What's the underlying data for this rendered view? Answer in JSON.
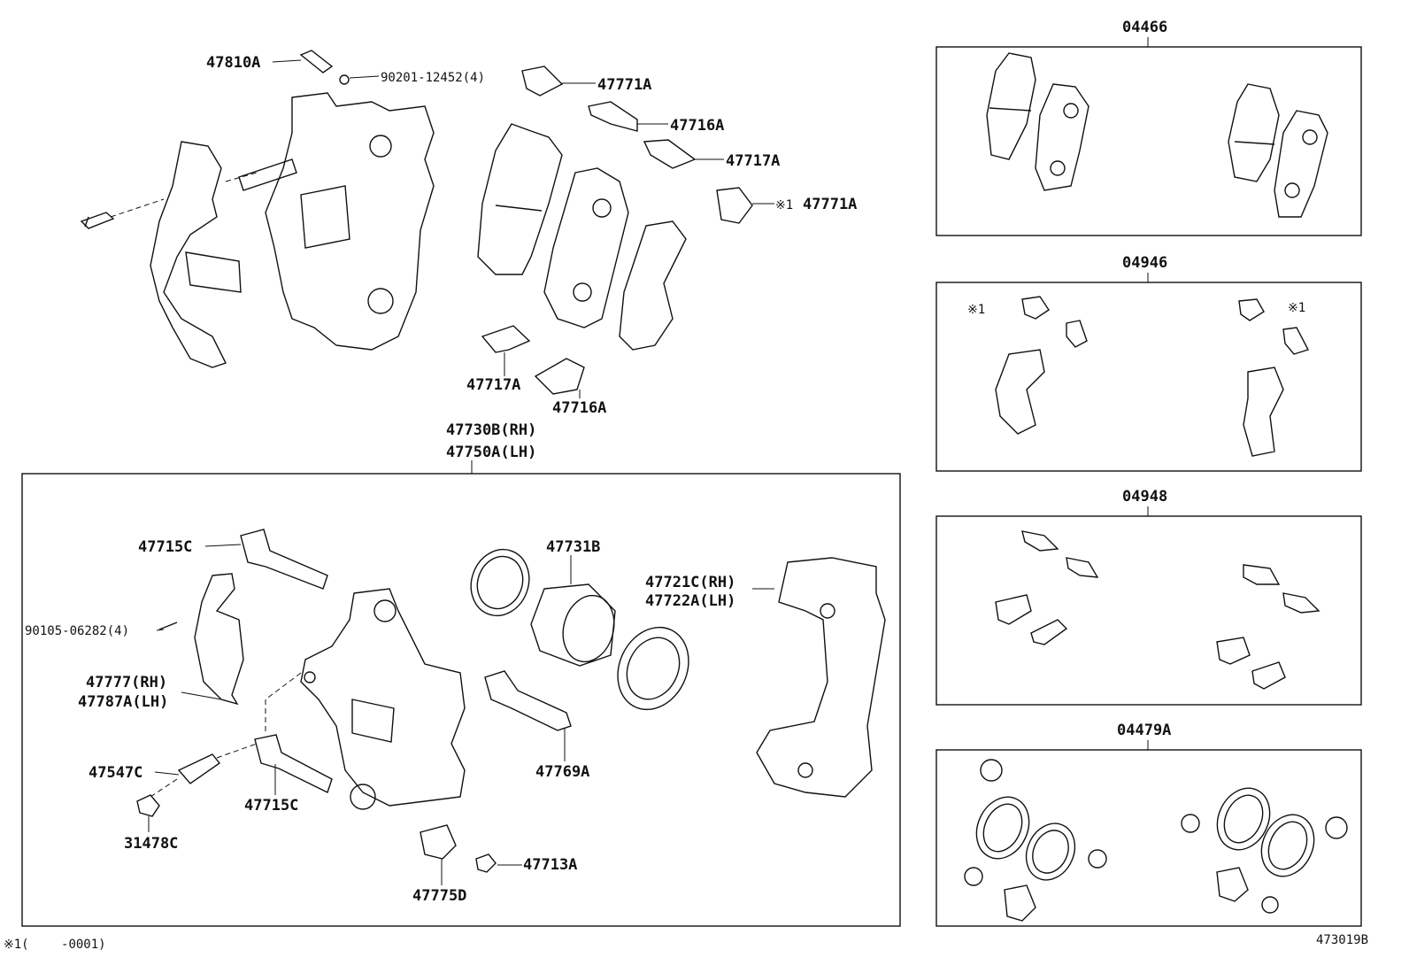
{
  "labels": {
    "p47810A": "47810A",
    "p90201": "90201-12452(4)",
    "p47771A_top": "47771A",
    "p47716A_top": "47716A",
    "p47717A_top": "47717A",
    "p47771A_mid": "47771A",
    "mark1": "※1",
    "p47717A_low": "47717A",
    "p47716A_low": "47716A",
    "p47730B": "47730B(RH)",
    "p47750A": "47750A(LH)",
    "p47715C_top": "47715C",
    "p47731B": "47731B",
    "p47721C": "47721C(RH)",
    "p47722A": "47722A(LH)",
    "p90105": "90105-06282(4)",
    "p47777": "47777(RH)",
    "p47787A": "47787A(LH)",
    "p47547C": "47547C",
    "p47715C_low": "47715C",
    "p47769A": "47769A",
    "p31478C": "31478C",
    "p47713A": "47713A",
    "p47775D": "47775D"
  },
  "kits": {
    "k04466": "04466",
    "k04946": "04946",
    "k04948": "04948",
    "k04479A": "04479A",
    "k04946_mark_left": "※1",
    "k04946_mark_right": "※1"
  },
  "footer": {
    "note": "※1(　　 -0001)",
    "drawing_id": "473019B"
  }
}
